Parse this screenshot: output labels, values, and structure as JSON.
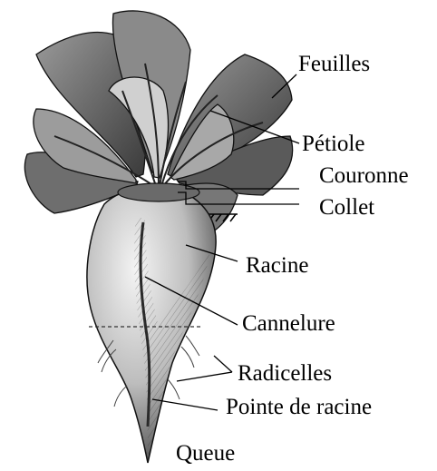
{
  "labels": {
    "leaves": "Feuilles",
    "petiole": "Pétiole",
    "crown": "Couronne",
    "neck": "Collet",
    "root": "Racine",
    "groove": "Cannelure",
    "rootlets": "Radicelles",
    "root_tip": "Pointe de racine",
    "tail": "Queue"
  }
}
